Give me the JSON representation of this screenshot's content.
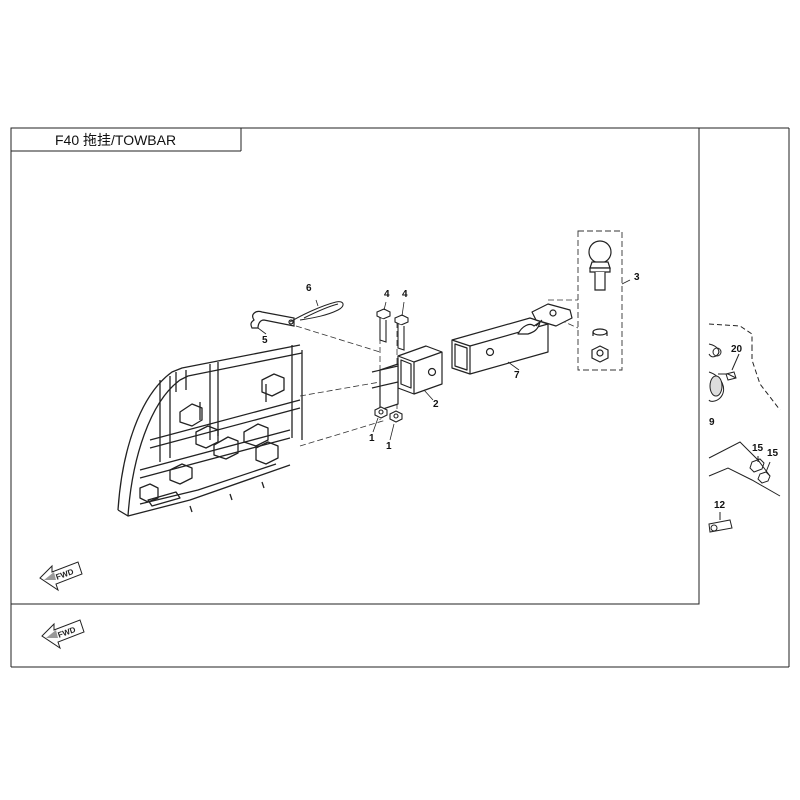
{
  "sheet": {
    "title": "F40 拖挂/TOWBAR"
  },
  "callouts": {
    "c1a": "1",
    "c1b": "1",
    "c2": "2",
    "c3": "3",
    "c4a": "4",
    "c4b": "4",
    "c5": "5",
    "c6": "6",
    "c7": "7",
    "c9": "9",
    "c12": "12",
    "c15a": "15",
    "c15b": "15",
    "c20": "20"
  },
  "direction_marker": {
    "label": "FWD",
    "icon": "fwd-arrow-icon"
  },
  "colors": {
    "ink": "#111111",
    "paper": "#ffffff"
  }
}
